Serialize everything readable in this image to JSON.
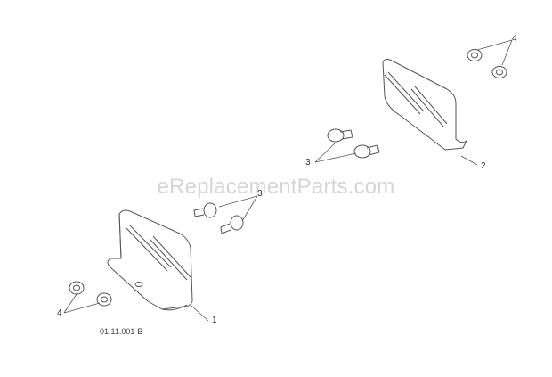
{
  "watermark": "eReplacementParts.com",
  "drawing_code": "01.11.001-B",
  "callouts": {
    "plate_left": "1",
    "plate_right": "2",
    "bolts_upper": "3",
    "bolts_lower": "3",
    "nuts_upper": "4",
    "nuts_lower": "4"
  },
  "colors": {
    "line": "#555555",
    "watermark": "#d6d6d6"
  }
}
